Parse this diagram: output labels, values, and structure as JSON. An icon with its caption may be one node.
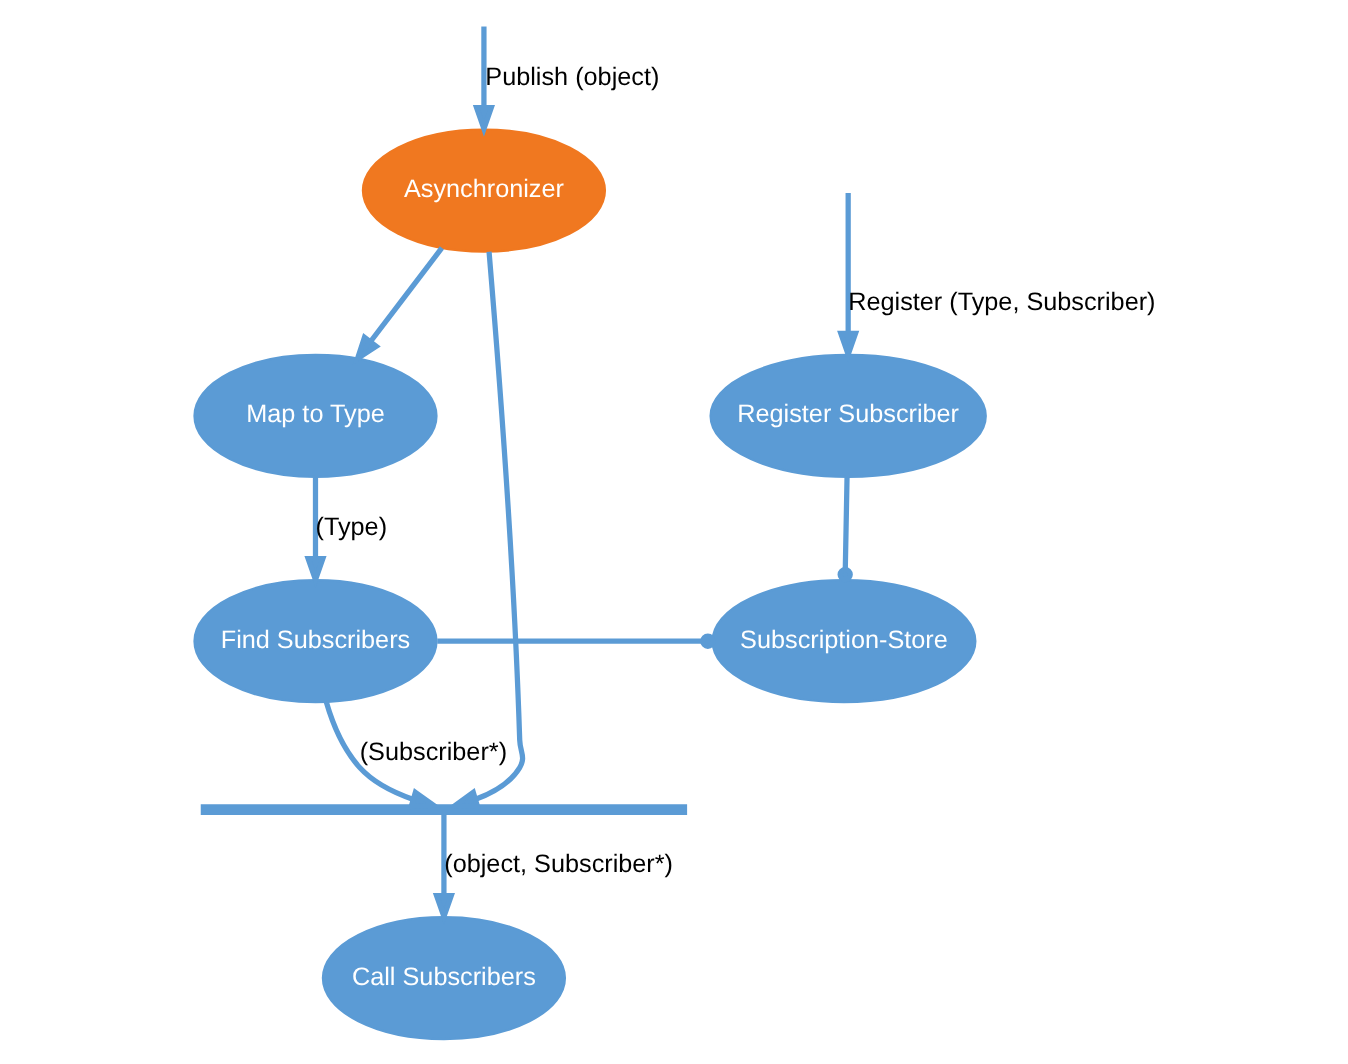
{
  "diagram": {
    "nodes": [
      {
        "text": [
          "Asynchronizer"
        ]
      },
      {
        "text": [
          "Register Subscriber"
        ]
      },
      {
        "text": [
          "Map to Type"
        ]
      },
      {
        "text": [
          "Subscription-Store"
        ]
      },
      {
        "text": [
          "Find Subscribers"
        ]
      },
      {
        "text": [],
        "shape": "bar"
      },
      {
        "text": [
          "Call Subscribers"
        ]
      }
    ],
    "edges": [
      {
        "from": null,
        "to": 1,
        "arrow": "to",
        "label": "Register (Type, Subscriber)"
      },
      {
        "from": null,
        "to": 0,
        "arrow": "to",
        "label": "Publish (object)"
      },
      {
        "from": 0,
        "to": 2,
        "arrow": "to"
      },
      {
        "from": 0,
        "to": 5,
        "arrow": "to"
      },
      {
        "from": 2,
        "to": 4,
        "arrow": "to",
        "label": "(Type)"
      },
      {
        "from": 1,
        "to": 3,
        "arrow": "other"
      },
      {
        "from": 4,
        "to": 3,
        "arrow": "other"
      },
      {
        "from": 4,
        "to": 5,
        "arrow": "to",
        "label": "(Subscriber*)"
      },
      {
        "from": 5,
        "to": 6,
        "arrow": "to",
        "label": "(object, Subscriber*)"
      }
    ]
  }
}
